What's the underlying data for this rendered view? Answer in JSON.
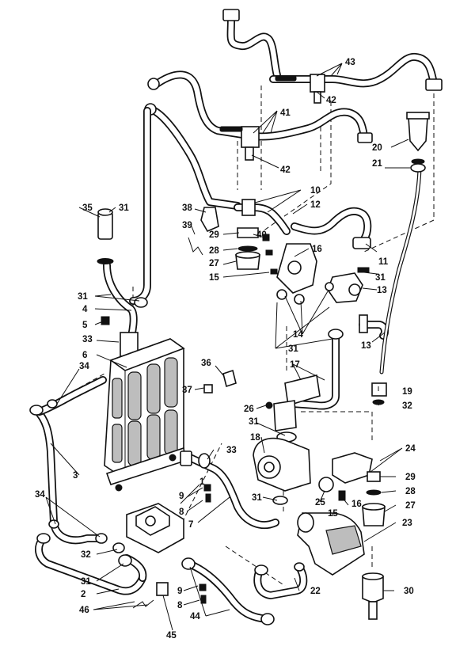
{
  "diagram": {
    "callouts": [
      "1",
      "2",
      "3",
      "4",
      "5",
      "6",
      "7",
      "8",
      "8",
      "9",
      "9",
      "10",
      "11",
      "12",
      "13",
      "13",
      "14",
      "15",
      "15",
      "16",
      "16",
      "17",
      "18",
      "19",
      "20",
      "21",
      "22",
      "23",
      "24",
      "25",
      "26",
      "27",
      "27",
      "28",
      "28",
      "29",
      "29",
      "30",
      "31",
      "31",
      "31",
      "31",
      "31",
      "31",
      "31",
      "32",
      "32",
      "33",
      "33",
      "34",
      "34",
      "35",
      "36",
      "37",
      "38",
      "39",
      "40",
      "41",
      "42",
      "42",
      "43",
      "44",
      "45",
      "46"
    ]
  }
}
